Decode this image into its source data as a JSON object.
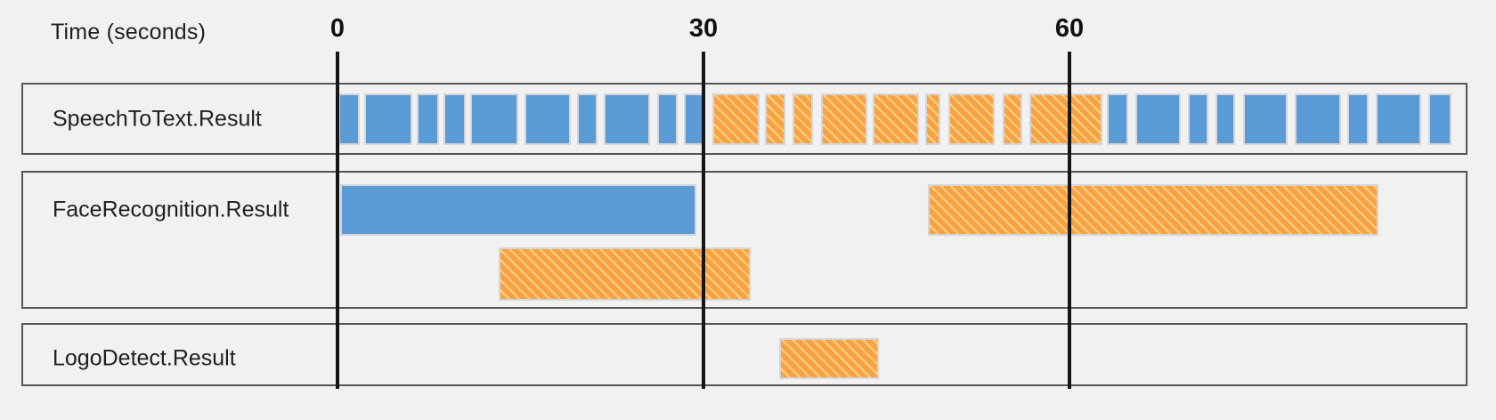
{
  "header": {
    "axis_title": "Time (seconds)"
  },
  "colors": {
    "solid_fill": "#5b9bd5",
    "hatched_fill": "#f9a243",
    "hatch_line": "#fcd284",
    "bar_border": "#d4d6d9",
    "box_border": "#565658",
    "gridline": "#161616",
    "background": "#f1f1f2",
    "text": "#1f1f1f"
  },
  "chart_data": {
    "type": "bar",
    "subtype": "gantt-timeline",
    "title": "",
    "xlabel": "Time (seconds)",
    "x_ticks": [
      0,
      30,
      60
    ],
    "x_window": [
      -26,
      93
    ],
    "grid": "vertical-ticks-only",
    "legend": "none",
    "fill_styles": {
      "solid": "blue solid rectangle",
      "hatched": "orange rectangle with light diagonal hatching"
    },
    "rows": [
      {
        "label": "SpeechToText.Result",
        "lanes": [
          {
            "segments": [
              {
                "start": 0.1,
                "end": 1.8,
                "fill": "solid"
              },
              {
                "start": 2.2,
                "end": 6.1,
                "fill": "solid"
              },
              {
                "start": 6.5,
                "end": 8.3,
                "fill": "solid"
              },
              {
                "start": 8.7,
                "end": 10.5,
                "fill": "solid"
              },
              {
                "start": 10.9,
                "end": 14.8,
                "fill": "solid"
              },
              {
                "start": 15.3,
                "end": 19.1,
                "fill": "solid"
              },
              {
                "start": 19.6,
                "end": 21.3,
                "fill": "solid"
              },
              {
                "start": 21.8,
                "end": 25.6,
                "fill": "solid"
              },
              {
                "start": 26.2,
                "end": 27.9,
                "fill": "solid"
              },
              {
                "start": 28.4,
                "end": 30.0,
                "fill": "solid"
              },
              {
                "start": 30.7,
                "end": 34.6,
                "fill": "hatched"
              },
              {
                "start": 35.0,
                "end": 36.7,
                "fill": "hatched"
              },
              {
                "start": 37.3,
                "end": 39.0,
                "fill": "hatched"
              },
              {
                "start": 39.6,
                "end": 43.4,
                "fill": "hatched"
              },
              {
                "start": 43.9,
                "end": 47.7,
                "fill": "hatched"
              },
              {
                "start": 48.2,
                "end": 49.4,
                "fill": "hatched"
              },
              {
                "start": 50.1,
                "end": 53.9,
                "fill": "hatched"
              },
              {
                "start": 54.5,
                "end": 56.1,
                "fill": "hatched"
              },
              {
                "start": 56.7,
                "end": 62.7,
                "fill": "hatched"
              },
              {
                "start": 63.1,
                "end": 64.8,
                "fill": "solid"
              },
              {
                "start": 65.4,
                "end": 69.1,
                "fill": "solid"
              },
              {
                "start": 69.7,
                "end": 71.4,
                "fill": "solid"
              },
              {
                "start": 72.0,
                "end": 73.6,
                "fill": "solid"
              },
              {
                "start": 74.2,
                "end": 77.9,
                "fill": "solid"
              },
              {
                "start": 78.5,
                "end": 82.3,
                "fill": "solid"
              },
              {
                "start": 82.8,
                "end": 84.5,
                "fill": "solid"
              },
              {
                "start": 85.1,
                "end": 88.8,
                "fill": "solid"
              },
              {
                "start": 89.4,
                "end": 91.3,
                "fill": "solid"
              }
            ]
          }
        ]
      },
      {
        "label": "FaceRecognition.Result",
        "lanes": [
          {
            "segments": [
              {
                "start": 0.2,
                "end": 29.4,
                "fill": "solid"
              },
              {
                "start": 48.4,
                "end": 85.3,
                "fill": "hatched"
              }
            ]
          },
          {
            "segments": [
              {
                "start": 13.2,
                "end": 33.9,
                "fill": "hatched"
              }
            ]
          }
        ]
      },
      {
        "label": "LogoDetect.Result",
        "lanes": [
          {
            "segments": [
              {
                "start": 36.2,
                "end": 44.4,
                "fill": "hatched"
              }
            ]
          }
        ]
      }
    ]
  }
}
